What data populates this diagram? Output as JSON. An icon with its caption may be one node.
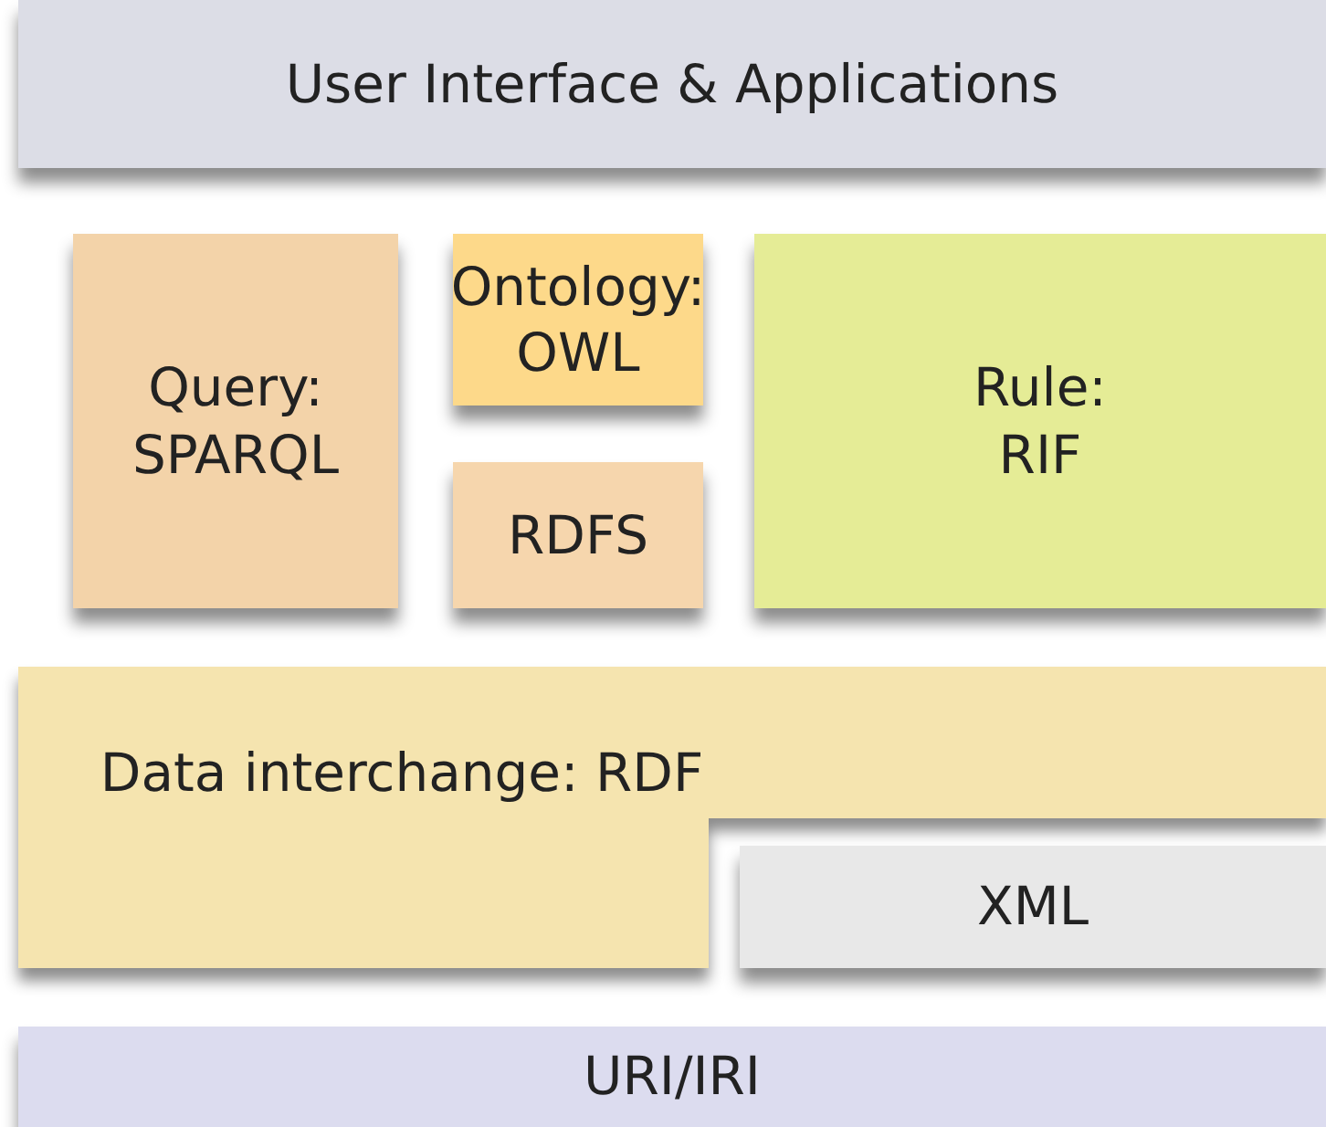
{
  "diagram": {
    "nodes": [
      {
        "text": [
          "User Interface & Applications"
        ]
      },
      {
        "text": [
          "Query: SPARQL"
        ]
      },
      {
        "text": [
          "Ontology: OWL"
        ]
      },
      {
        "text": [
          "RDFS"
        ]
      },
      {
        "text": [
          "Rule: RIF"
        ]
      },
      {
        "text": [
          "Data interchange: RDF"
        ]
      },
      {
        "text": [
          "XML"
        ]
      },
      {
        "text": [
          "URI/IRI"
        ]
      }
    ],
    "edges": []
  }
}
